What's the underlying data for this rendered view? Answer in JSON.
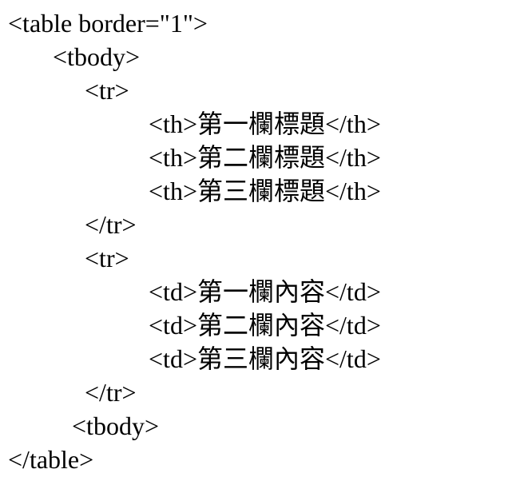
{
  "colors": {
    "background": "#ffffff",
    "text": "#000000"
  },
  "code": {
    "lines": [
      "<table border=\"1\">",
      "       <tbody>",
      "            <tr>",
      "                      <th>第一欄標題</th>",
      "                      <th>第二欄標題</th>",
      "                      <th>第三欄標題</th>",
      "            </tr>",
      "            <tr>",
      "                      <td>第一欄內容</td>",
      "                      <td>第二欄內容</td>",
      "                      <td>第三欄內容</td>",
      "            </tr>",
      "          <tbody>",
      "</table>"
    ]
  }
}
